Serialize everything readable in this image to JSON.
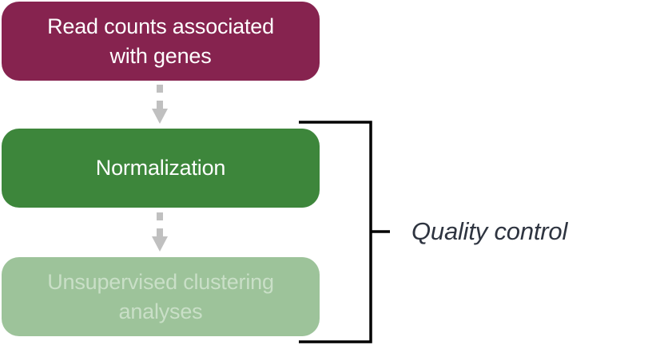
{
  "steps": [
    {
      "label_line1": "Read counts associated",
      "label_line2": "with genes",
      "color": "#86234f",
      "text_color": "#ffffff"
    },
    {
      "label_line1": "Normalization",
      "label_line2": "",
      "color": "#3d863b",
      "text_color": "#ffffff"
    },
    {
      "label_line1": "Unsupervised clustering",
      "label_line2": "analyses",
      "color": "#9dc39a",
      "text_color": "#c9dfc7"
    }
  ],
  "arrows": {
    "color": "#c0c0c0",
    "style": "dashed"
  },
  "bracket": {
    "label": "Quality control",
    "spans_steps": [
      "Normalization",
      "Unsupervised clustering analyses"
    ],
    "color": "#000000"
  }
}
